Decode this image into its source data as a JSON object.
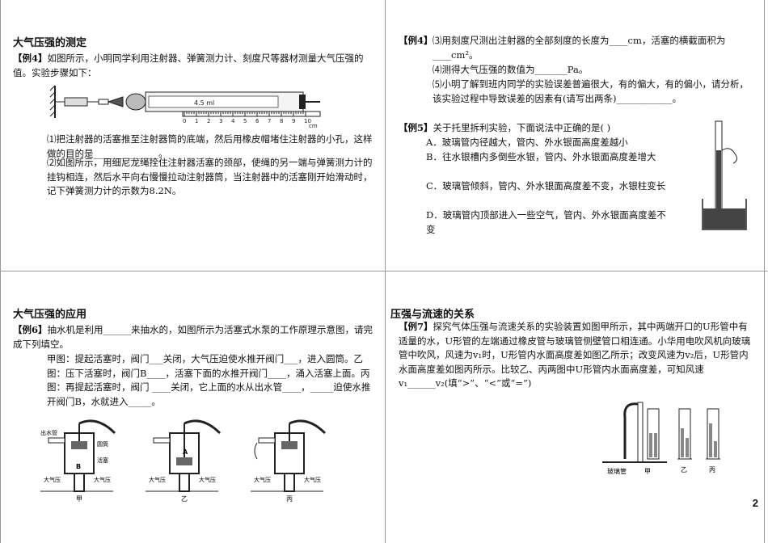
{
  "q1": {
    "title": "大气压强的测定",
    "tag": "【例4】",
    "intro": "如图所示，小明同学利用注射器、弹簧测力计、刻度尺等器材测量大气压强的值。实验步骤如下：",
    "step1": "⑴把注射器的活塞推至注射器筒的底端，然后用橡皮帽堵住注射器的小孔，这样做的目的是______________。",
    "step2": "⑵如图所示，用细尼龙绳拴住注射器活塞的颈部，使绳的另一端与弹簧测力计的挂钩相连，然后水平向右慢慢拉动注射器筒，当注射器中的活塞刚开始滑动时，记下弹簧测力计的示数为8.2N。",
    "syringe_label": "4.5 ml",
    "ruler_ticks": [
      "0",
      "1",
      "2",
      "3",
      "4",
      "5",
      "6",
      "7",
      "8",
      "9",
      "10"
    ],
    "ruler_unit": "cm"
  },
  "q2": {
    "tag": "【例4】",
    "step3": "⑶用刻度尺测出注射器的全部刻度的长度为____cm，活塞的横截面积为____cm²。",
    "step4": "⑷测得大气压强的数值为_______Pa。",
    "step5": "⑸小明了解到班内同学的实验误差普遍很大，有的偏大，有的偏小，请分析，该实验过程中导致误差的因素有(请写出两条)____________。",
    "ex5_tag": "【例5】",
    "ex5_q": "关于托里拆利实验，下面说法中正确的是(     )",
    "options": [
      "A．玻璃管内径越大，管内、外水银面高度差越小",
      "B．往水银槽内多倒些水银，管内、外水银面高度差增大",
      "C．玻璃管倾斜，管内、外水银面高度差不变，水银柱变长",
      "D．玻璃管内顶部进入一些空气，管内、外水银面高度差不变"
    ]
  },
  "q3": {
    "title": "大气压强的应用",
    "tag": "【例6】",
    "text1": "抽水机是利用______来抽水的，如图所示为活塞式水泵的工作原理示意图，请完成下列填空。",
    "text2": "甲图：提起活塞时，阀门___关闭，大气压迫使水推开阀门___，进入圆筒。乙图：压下活塞时，阀门B____，活塞下面的水推开阀门____，涌入活塞上面。丙图：再提起活塞时，阀门 ____关闭，它上面的水从出水管____，_____迫使水推开阀门B，水就进入_____。",
    "fig_labels": [
      "出水管",
      "圆筒",
      "活塞",
      "大气压",
      "大气压",
      "大气压",
      "大气压",
      "大气压",
      "大气压"
    ],
    "fig_names": [
      "甲",
      "乙",
      "丙"
    ],
    "valve_a": "A",
    "valve_b": "B"
  },
  "q4": {
    "title": "压强与流速的关系",
    "tag": "【例7】",
    "text": "探究气体压强与流速关系的实验装置如图甲所示，其中两端开口的U形管中有适量的水，U形管的左端通过橡皮管与玻璃管侧壁管口相连通。小华用电吹风机向玻璃管中吹风，风速为v₁时，U形管内水面高度差如图乙所示；改变风速为v₂后，U形管内水面高度差如图丙所示。比较乙、丙两图中U形管内水面高度差，可知风速v₁______v₂(填“>”、“<”或“=”)",
    "fig_labels": [
      "玻璃管",
      "甲",
      "乙",
      "丙"
    ]
  },
  "page_number": "2"
}
